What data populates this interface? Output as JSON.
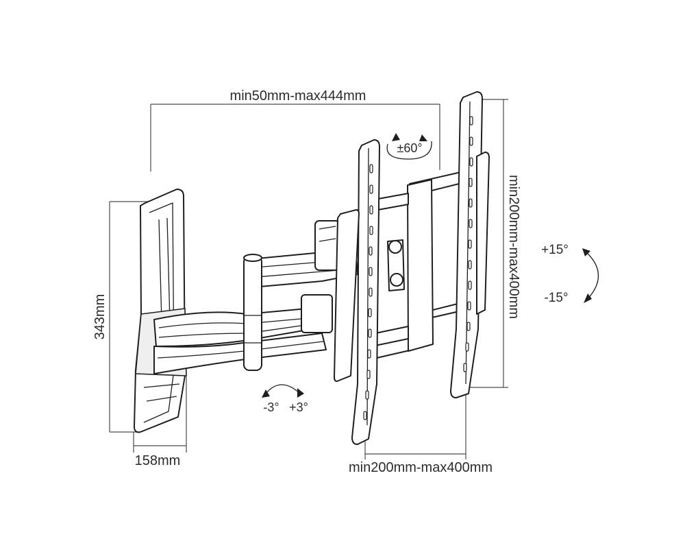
{
  "dimensions": {
    "arm_extension": "min50mm-max444mm",
    "wall_plate_height": "343mm",
    "wall_plate_depth": "158mm",
    "vesa_vertical": "min200mm-max400mm",
    "vesa_horizontal": "min200mm-max400mm"
  },
  "rotations": {
    "swivel": "±60°",
    "tilt_up": "+15°",
    "tilt_down": "-15°",
    "level_left": "-3°",
    "level_right": "+3°"
  },
  "colors": {
    "line": "#1e1e1e",
    "dimension": "#4a4a4a",
    "background": "#ffffff"
  }
}
